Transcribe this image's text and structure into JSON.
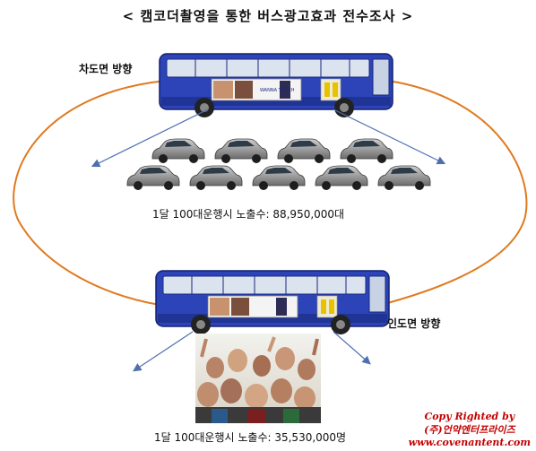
{
  "title": "< 캠코더촬영을 통한 버스광고효과 전수조사 >",
  "road_side": {
    "label": "차도면 방향",
    "stat": "1달 100대운행시 노출수: 88,950,000대"
  },
  "sidewalk_side": {
    "label": "인도면 방향",
    "stat": "1달 100대운행시 노출수: 35,530,000명"
  },
  "ad_text": "WANNA TOUCH",
  "copyright": {
    "line1": "Copy Righted by",
    "line2": "(주)언약엔터프라이즈",
    "line3": "www.covenantent.com"
  },
  "colors": {
    "loop": "#e07a1f",
    "bus_body": "#2c44b8",
    "arrow": "#4f6fae",
    "copyright": "#c40000"
  },
  "icons": [
    "bus-icon",
    "car-icon",
    "crowd-photo"
  ]
}
